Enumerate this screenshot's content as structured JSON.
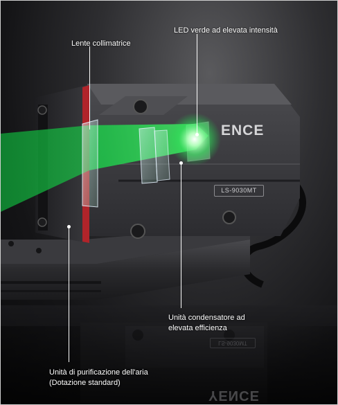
{
  "labels": {
    "lens": "Lente collimatrice",
    "led": "LED verde ad elevata intensità",
    "condenser_line1": "Unità condensatore ad",
    "condenser_line2": "elevata efficienza",
    "air_line1": "Unità di purificazione dell'aria",
    "air_line2": "(Dotazione standard)"
  },
  "device": {
    "brand_text": "ENCE",
    "model_text": "LS-9030MT",
    "reflection_brand_text": "YENCE",
    "reflection_model_text": "LS-9030MT"
  },
  "colors": {
    "beam": "#19d84a",
    "led_glow": "#8dff9a",
    "accent_red": "#c0262a",
    "housing": "#4a4a4e"
  }
}
